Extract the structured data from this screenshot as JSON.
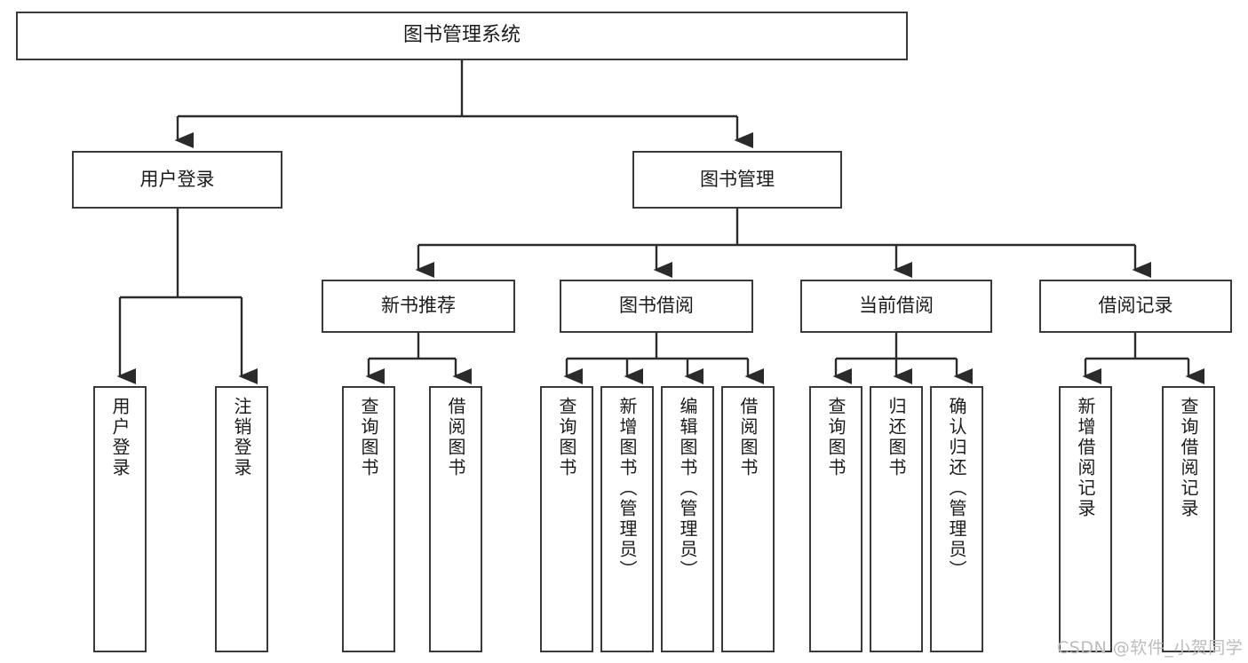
{
  "diagram": {
    "title": "图书管理系统",
    "type": "hierarchy-tree",
    "watermark": "CSDN @软件_小贺同学",
    "colors": {
      "box_border": "#3a3a3a",
      "box_fill": "#ffffff",
      "connector": "#2b2b2b",
      "text": "#1b1b1b",
      "watermark": "#bdbdbd"
    },
    "nodes": {
      "root": {
        "label": "图书管理系统"
      },
      "level2": [
        {
          "label": "用户登录"
        },
        {
          "label": "图书管理"
        }
      ],
      "level3": [
        {
          "label": "新书推荐"
        },
        {
          "label": "图书借阅"
        },
        {
          "label": "当前借阅"
        },
        {
          "label": "借阅记录"
        }
      ],
      "leaves": {
        "user_login": [
          {
            "label": "用户登录"
          },
          {
            "label": "注销登录"
          }
        ],
        "new_book_recommend": [
          {
            "label": "查询图书"
          },
          {
            "label": "借阅图书"
          }
        ],
        "book_borrow": [
          {
            "label": "查询图书"
          },
          {
            "label": "新增图书（管理员）"
          },
          {
            "label": "编辑图书（管理员）"
          },
          {
            "label": "借阅图书"
          }
        ],
        "current_borrow": [
          {
            "label": "查询图书"
          },
          {
            "label": "归还图书"
          },
          {
            "label": "确认归还（管理员）"
          }
        ],
        "borrow_record": [
          {
            "label": "新增借阅记录"
          },
          {
            "label": "查询借阅记录"
          }
        ]
      }
    }
  }
}
